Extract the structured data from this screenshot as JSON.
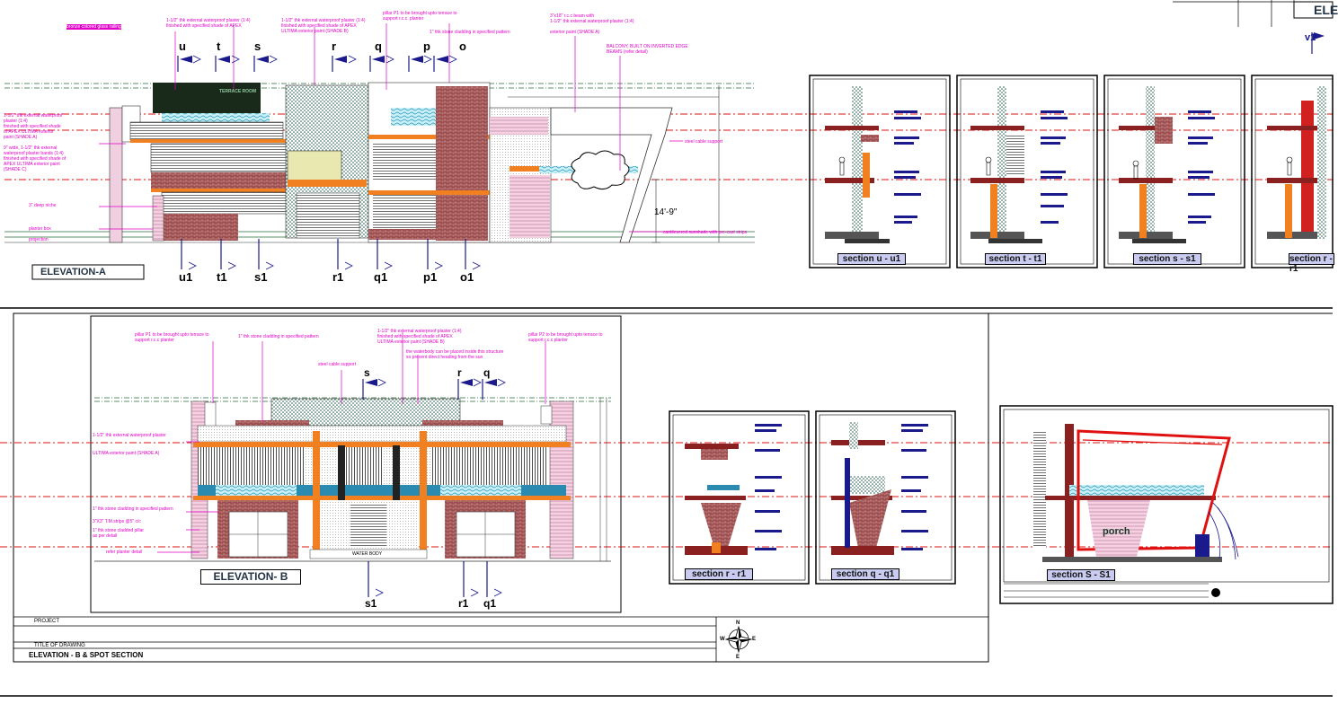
{
  "elevation_a": {
    "title": "ELEVATION-A",
    "marks_top": [
      "u",
      "t",
      "s",
      "r",
      "q",
      "p",
      "o"
    ],
    "marks_bottom": [
      "u1",
      "t1",
      "s1",
      "r1",
      "q1",
      "p1",
      "o1"
    ],
    "dimension": "14'-9\"",
    "terrace_label": "TERRACE ROOM",
    "notes": {
      "n1": "bronze colored glass railing",
      "n2": "1-1/2\" thk external waterproof plaster (1:4)\nfinished with specified shade of APEX",
      "n3": "1-1/2\" thk external waterproof plaster (1:4)\nfinished with specified shade of APEX\nULTIMA exterior paint (SHADE B)",
      "n4": "pillar P1 to be brought upto terrace to\nsupport r.c.c. planter",
      "n5": "1\" thk stone cladding in specified pattern",
      "n6": "3\"x18\" r.c.c beam with\n1-1/2\" thk external waterproof plaster (1:4)",
      "n7": "exterior paint (SHADE A)",
      "n8": "BALCONY, BUILT ON INVERTED EDGE\nBEAMS (refer detail)",
      "n9": "steel cable support",
      "n10": "1-1/2\" thk external waterproof\nplaster (1:4)\nfinished with specified shade\nof APEX ULTIMA exterior\npaint (SHADE A)",
      "n11": "9\" wide, 1-1/2\" thk external\nwaterproof plaster bands (1:4)\nfinished with specified shade of\nAPEX ULTIMA exterior paint\n(SHADE C)",
      "n12": "3\" deep niche",
      "n13": "planter box",
      "n14": "projection",
      "n15": "cantilevered sunshade with pre-cast strips"
    }
  },
  "sections_top": [
    {
      "title": "section u - u1"
    },
    {
      "title": "section t - t1"
    },
    {
      "title": "section s - s1"
    },
    {
      "title": "section r - r1"
    }
  ],
  "corner": {
    "title": "ELE",
    "mark": "v1"
  },
  "elevation_b": {
    "title": "ELEVATION- B",
    "marks_top": [
      "s",
      "r",
      "q"
    ],
    "marks_bottom": [
      "s1",
      "r1",
      "q1"
    ],
    "waterbody_label": "WATER BODY",
    "notes": {
      "m1": "pillar P1 to be brought upto terrace to\nsupport r.c.c planter",
      "m2": "1\" thk stone cladding in specified pattern",
      "m3": "1-1/2\" thk external waterproof plaster (1:4)\nfinished with specified shade of APEX\nULTIMA exterior paint (SHADE B)",
      "m4": "pillar P2 to be brought upto terrace to\nsupport r.c.c planter",
      "m5": "steel cable support",
      "m6": "the waterbody can be placed inside this structure\nso prevent direct heading from the sun",
      "m7": "1-1/2\" thk external waterproof plaster",
      "m8": "ULTIMA exterior paint (SHADE A)",
      "m9": "1\" thk stone cladding in specified pattern",
      "m10": "3\"X3\" T.M.strips @5\" c/c",
      "m11": "1\" thk stone cladded pillar\nas per detail",
      "m12": "refer planter detail"
    }
  },
  "sections_bottom": [
    {
      "title": "section r - r1"
    },
    {
      "title": "section q - q1"
    },
    {
      "title": "section S - S1",
      "porch": "porch"
    }
  ],
  "title_block": {
    "project_label": "PROJECT",
    "drawing_label": "TITLE OF DRAWING",
    "drawing_title": "ELEVATION - B & SPOT SECTION",
    "compass": {
      "n": "N",
      "s": "E",
      "e": "E",
      "w": "W"
    }
  },
  "colors": {
    "magenta": "#e000c8",
    "red_dash": "#e01010",
    "brick": "#a05050",
    "stone": "#2a6a5a",
    "navy": "#1a1a8c",
    "orange": "#f08020",
    "cyan": "#30b0c8"
  }
}
